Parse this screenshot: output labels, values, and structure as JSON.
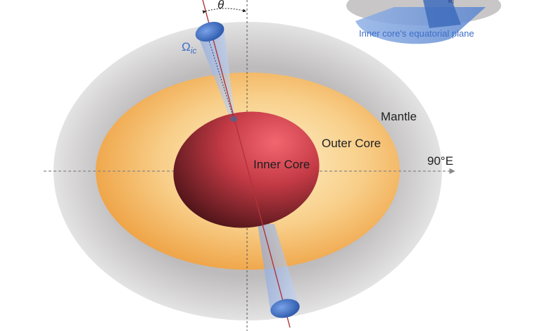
{
  "labels": {
    "theta": "θ",
    "omega_main": "Ω",
    "omega_sub": "ic",
    "mantle": "Mantle",
    "outer_core": "Outer Core",
    "inner_core": "Inner Core",
    "east": "90°E",
    "equatorial_plane": "Inner core's equatorial plane",
    "inset_subscript": "eq"
  },
  "colors": {
    "mantle": "#c9c7c8",
    "outer_core": "#f3b35a",
    "inner_core_light": "#e8555f",
    "inner_core_dark": "#5a1a1f",
    "axis_line": "#b0343a",
    "cone": "#9fb8e6",
    "cap": "#3a6fc4",
    "label_blue": "#3f6fc6",
    "text_dark": "#222222"
  }
}
